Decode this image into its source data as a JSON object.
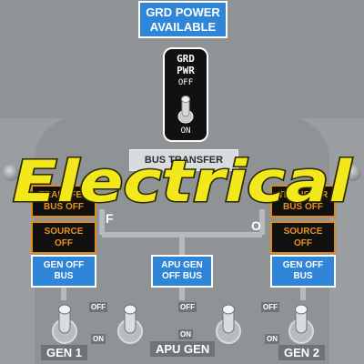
{
  "ground_power": {
    "available_line1": "GRD POWER",
    "available_line2": "AVAILABLE",
    "switch_line1": "GRD",
    "switch_line2": "PWR",
    "switch_off": "OFF",
    "switch_on": "ON"
  },
  "bus_transfer_label": "BUS TRANSFER",
  "title": "Electrical",
  "left": {
    "transfer_line1": "TRANSFER",
    "transfer_line2": "BUS OFF",
    "source_line1": "SOURCE",
    "source_line2": "OFF",
    "side_letter": "F",
    "gen_off_line1": "GEN OFF",
    "gen_off_line2": "BUS",
    "toggle_off": "OFF",
    "toggle_on": "ON",
    "gen_label": "GEN 1"
  },
  "right": {
    "transfer_line1": "TRANSFER",
    "transfer_line2": "BUS OFF",
    "source_line1": "SOURCE",
    "source_line2": "OFF",
    "side_letter": "O",
    "gen_off_line1": "GEN OFF",
    "gen_off_line2": "BUS",
    "toggle_off": "OFF",
    "toggle_on": "ON",
    "gen_label": "GEN 2"
  },
  "apu": {
    "gen_off_line1": "APU GEN",
    "gen_off_line2": "OFF BUS",
    "toggle_off": "OFF",
    "toggle_on": "ON",
    "gen_label": "APU GEN"
  },
  "colors": {
    "panel": "#8f9396",
    "annunciator_amber": "#e8921c",
    "label_blue": "#2f86d9",
    "title_yellow": "#f2e81b"
  }
}
